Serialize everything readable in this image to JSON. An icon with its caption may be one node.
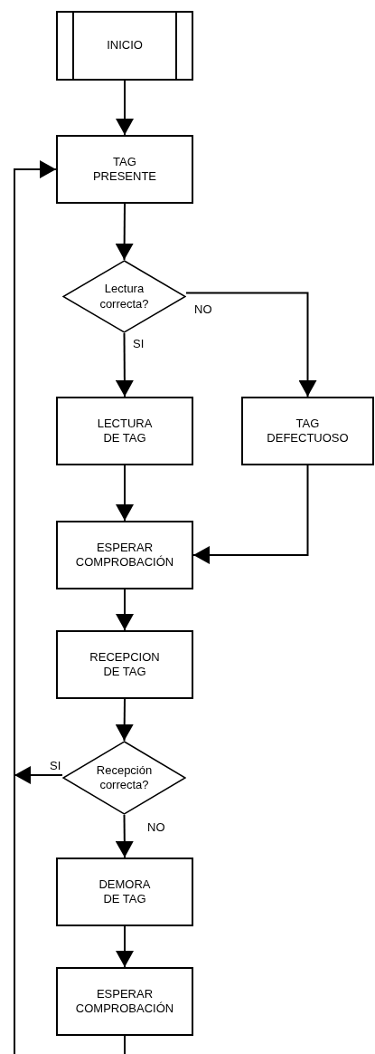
{
  "diagram": {
    "nodes": [
      {
        "text": [
          "INICIO"
        ]
      },
      {
        "text": [
          "TAG PRESENTE"
        ]
      },
      {
        "text": [
          "Lectura correcta?"
        ]
      },
      {
        "text": [
          "LECTURA DE TAG"
        ]
      },
      {
        "text": [
          "TAG DEFECTUOSO"
        ]
      },
      {
        "text": [
          "ESPERAR COMPROBACIÓN"
        ]
      },
      {
        "text": [
          "RECEPCION DE TAG"
        ]
      },
      {
        "text": [
          "Recepción correcta?"
        ]
      },
      {
        "text": [
          "DEMORA DE TAG"
        ]
      },
      {
        "text": [
          "ESPERAR COMPROBACIÓN"
        ]
      }
    ],
    "edges": [
      {
        "from": 0,
        "to": 1,
        "arrow": "to"
      },
      {
        "from": 1,
        "to": 2,
        "arrow": "to"
      },
      {
        "from": 2,
        "to": 3,
        "arrow": "to",
        "label": "SI"
      },
      {
        "from": 2,
        "to": 4,
        "arrow": "to",
        "label": "NO"
      },
      {
        "from": 3,
        "to": 5,
        "arrow": "to"
      },
      {
        "from": 4,
        "to": 5,
        "arrow": "to"
      },
      {
        "from": 5,
        "to": 6,
        "arrow": "to"
      },
      {
        "from": 6,
        "to": 7,
        "arrow": "to"
      },
      {
        "from": 7,
        "to": null,
        "arrow": "to",
        "label": "SI"
      },
      {
        "from": 7,
        "to": 8,
        "arrow": "to",
        "label": "NO"
      },
      {
        "from": 8,
        "to": 9,
        "arrow": "to"
      },
      {
        "from": 9,
        "to": null,
        "arrow": "none"
      },
      {
        "from": null,
        "to": 1,
        "arrow": "to"
      }
    ]
  }
}
